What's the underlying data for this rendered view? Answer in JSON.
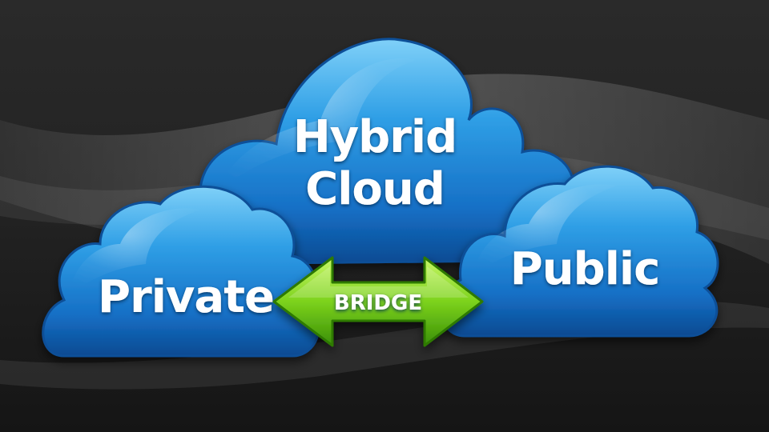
{
  "clouds": {
    "hybrid": {
      "line1": "Hybrid",
      "line2": "Cloud"
    },
    "private": {
      "label": "Private"
    },
    "public": {
      "label": "Public"
    }
  },
  "bridge": {
    "label": "BRIDGE"
  },
  "colors": {
    "cloud_light": "#6fc6f5",
    "cloud_mid": "#1f8fdc",
    "cloud_dark": "#0a4f9c",
    "arrow_light": "#b5f04a",
    "arrow_dark": "#3f9a0c",
    "background": "#222222"
  }
}
